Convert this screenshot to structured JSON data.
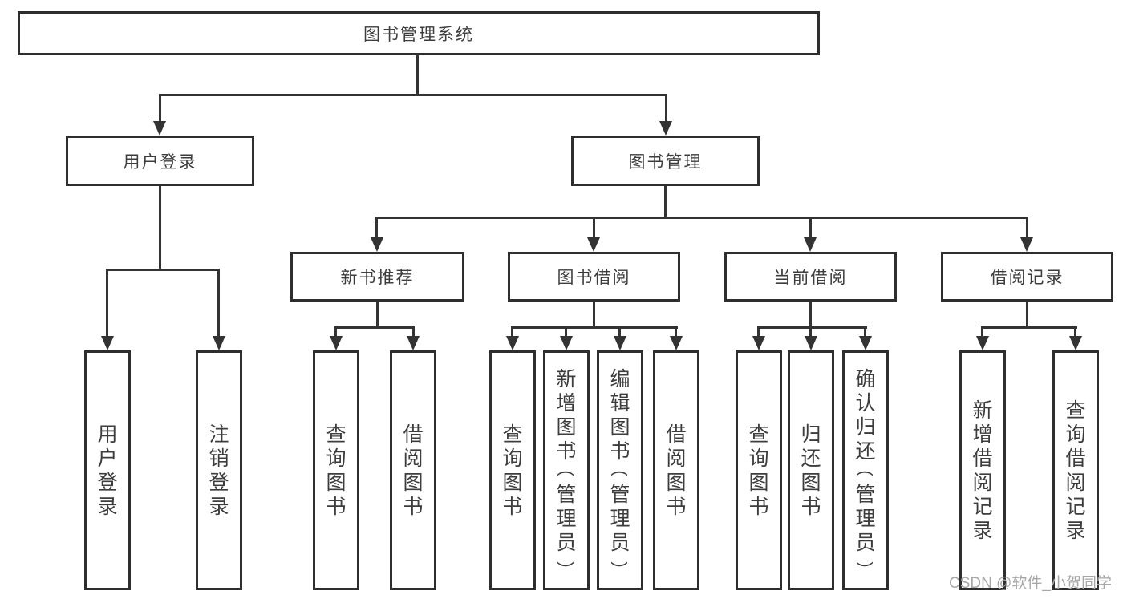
{
  "diagram_title": "图书管理系统",
  "tree": {
    "label": "图书管理系统",
    "children": [
      {
        "label": "用户登录",
        "children": [
          {
            "label": "用户登录"
          },
          {
            "label": "注销登录"
          }
        ]
      },
      {
        "label": "图书管理",
        "children": [
          {
            "label": "新书推荐",
            "children": [
              {
                "label": "查询图书"
              },
              {
                "label": "借阅图书"
              }
            ]
          },
          {
            "label": "图书借阅",
            "children": [
              {
                "label": "查询图书"
              },
              {
                "label": "新增图书（管理员）"
              },
              {
                "label": "编辑图书（管理员）"
              },
              {
                "label": "借阅图书"
              }
            ]
          },
          {
            "label": "当前借阅",
            "children": [
              {
                "label": "查询图书"
              },
              {
                "label": "归还图书"
              },
              {
                "label": "确认归还（管理员）"
              }
            ]
          },
          {
            "label": "借阅记录",
            "children": [
              {
                "label": "新增借阅记录"
              },
              {
                "label": "查询借阅记录"
              }
            ]
          }
        ]
      }
    ]
  },
  "watermark": {
    "text": "CSDN @软件_小贺同学"
  },
  "colors": {
    "line": "#333333",
    "box_border": "#2e2e2e",
    "text": "#3d3d3d",
    "background": "#ffffff",
    "watermark": "#a8a8a8"
  }
}
